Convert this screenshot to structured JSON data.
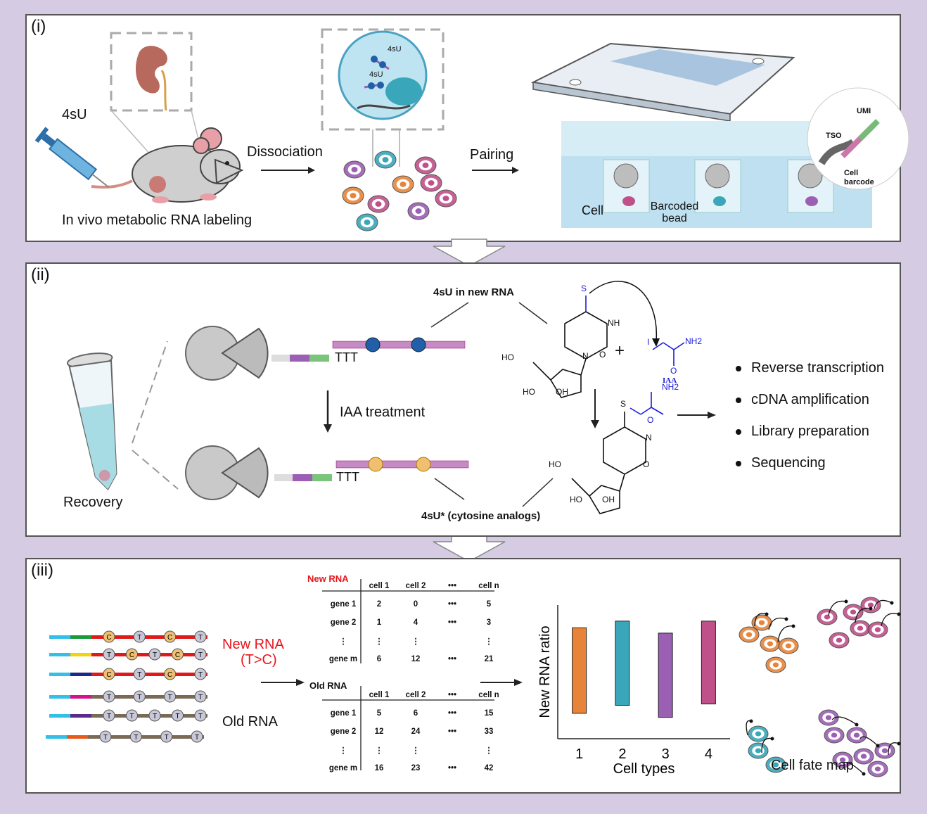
{
  "colors": {
    "background": "#d5cbe2",
    "panel_border": "#555555",
    "new_rna_label": "#e8141c",
    "chem_blue": "#1a1adc",
    "cell_orange": "#e8843a",
    "cell_teal": "#3aa6b9",
    "cell_purple": "#9b5fb3",
    "cell_pink": "#c0508a",
    "nucleotide_unmodified": "#2160a8",
    "nucleotide_modified": "#f0c070"
  },
  "panel_i": {
    "label": "(i)",
    "syringe_label": "4sU",
    "mouse_caption": "In vivo metabolic RNA labeling",
    "step1": "Dissociation",
    "step2": "Pairing",
    "zoom_cell_labels": [
      "4sU",
      "4sU"
    ],
    "chip_labels": {
      "cell": "Cell",
      "barcoded_bead": "Barcoded bead",
      "tso": "TSO",
      "umi": "UMI",
      "cell_barcode": "Cell barcode"
    }
  },
  "panel_ii": {
    "label": "(ii)",
    "tube_label": "Recovery",
    "treatment": "IAA treatment",
    "polyT": "TTT",
    "top_title": "4sU in new RNA",
    "bottom_title": "4sU* (cytosine analogs)",
    "chem": {
      "s": "S",
      "nh": "NH",
      "o": "O",
      "n": "N",
      "ho": "HO",
      "oh": "OH",
      "plus": "+",
      "i": "I",
      "nh2": "NH2",
      "iaa": "IAA"
    },
    "steps": [
      "Reverse transcription",
      "cDNA amplification",
      "Library preparation",
      "Sequencing"
    ]
  },
  "panel_iii": {
    "label": "(iii)",
    "new_rna_label": "New RNA",
    "new_rna_sub": "(T>C)",
    "old_rna_label": "Old RNA",
    "new_reads": [
      [
        "C",
        "T",
        "C",
        "T"
      ],
      [
        "T",
        "C",
        "T",
        "C",
        "T"
      ],
      [
        "C",
        "T",
        "C",
        "T"
      ]
    ],
    "old_reads": [
      [
        "T",
        "T",
        "T",
        "T"
      ],
      [
        "T",
        "T",
        "T",
        "T",
        "T"
      ],
      [
        "T",
        "T",
        "T",
        "T"
      ]
    ],
    "new_table": {
      "title": "New RNA",
      "columns": [
        "cell 1",
        "cell 2",
        "•••",
        "cell n"
      ],
      "rows": [
        {
          "gene": "gene 1",
          "values": [
            "2",
            "0",
            "•••",
            "5"
          ]
        },
        {
          "gene": "gene 2",
          "values": [
            "1",
            "4",
            "•••",
            "3"
          ]
        },
        {
          "gene": "⋮",
          "values": [
            "⋮",
            "⋮",
            "",
            "⋮"
          ]
        },
        {
          "gene": "gene m",
          "values": [
            "6",
            "12",
            "•••",
            "21"
          ]
        }
      ]
    },
    "old_table": {
      "title": "Old RNA",
      "columns": [
        "cell 1",
        "cell 2",
        "•••",
        "cell n"
      ],
      "rows": [
        {
          "gene": "gene 1",
          "values": [
            "5",
            "6",
            "•••",
            "15"
          ]
        },
        {
          "gene": "gene 2",
          "values": [
            "12",
            "24",
            "•••",
            "33"
          ]
        },
        {
          "gene": "⋮",
          "values": [
            "⋮",
            "⋮",
            "",
            "⋮"
          ]
        },
        {
          "gene": "gene m",
          "values": [
            "16",
            "23",
            "•••",
            "42"
          ]
        }
      ]
    },
    "fate_map_label": "Cell fate map"
  },
  "chart_data": {
    "type": "bar",
    "title": "",
    "xlabel": "Cell types",
    "ylabel": "New RNA ratio",
    "categories": [
      "1",
      "2",
      "3",
      "4"
    ],
    "series": [
      {
        "name": "New RNA ratio (floating range, relative units)",
        "ranges": [
          [
            0.19,
            0.83
          ],
          [
            0.25,
            0.88
          ],
          [
            0.16,
            0.79
          ],
          [
            0.26,
            0.88
          ]
        ]
      }
    ],
    "colors": [
      "#e8843a",
      "#3aa6b9",
      "#9b5fb3",
      "#c0508a"
    ],
    "ylim": [
      0,
      1
    ],
    "grid": false,
    "legend": "none",
    "note": "Y-axis has no tick labels; values are relative estimates of floating bar spans."
  }
}
